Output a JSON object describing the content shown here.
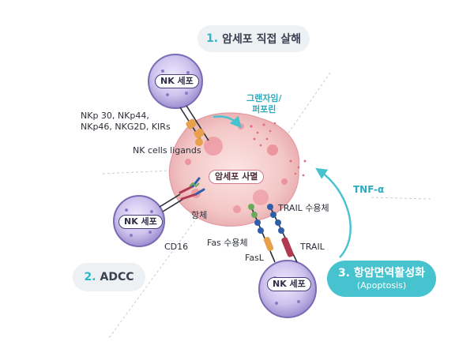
{
  "mechanisms": {
    "direct": {
      "num": "1.",
      "label": "암세포 직접 살해"
    },
    "adcc": {
      "num": "2.",
      "label": "ADCC"
    },
    "immune": {
      "num": "3.",
      "label": "항암면역활성화",
      "sub": "(Apoptosis)"
    }
  },
  "nk_cell_label": "NK 세포",
  "cancer_label": "암세포 사멸",
  "receptors_lines": [
    "NKp 30, NKp44,",
    "NKp46, NKG2D, KIRs"
  ],
  "ligands": "NK cells ligands",
  "granzyme_lines": [
    "그랜자임/",
    "퍼포린"
  ],
  "tnf": "TNF-α",
  "antibody": "항체",
  "cd16": "CD16",
  "trail_receptor": "TRAIL 수용체",
  "trail": "TRAIL",
  "fas_receptor": "Fas 수용체",
  "fasl": "FasL",
  "colors": {
    "teal": "#46c3cf",
    "nk_cell": "#a99bd6",
    "cancer": "#f2b5bd",
    "receptor_orange": "#e9a04a",
    "trail_red": "#b03a52",
    "fas_green": "#6aaa5a",
    "blue": "#2f5fa8"
  }
}
